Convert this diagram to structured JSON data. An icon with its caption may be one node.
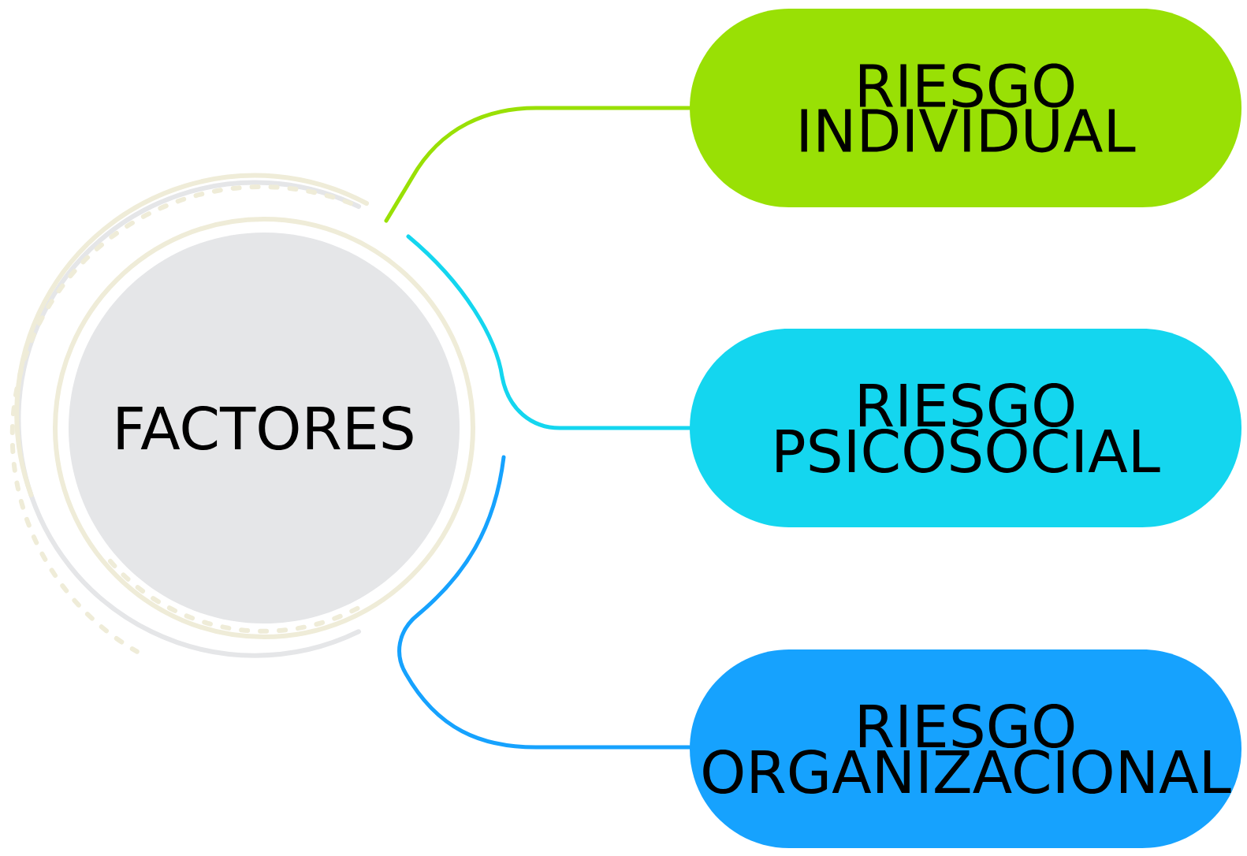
{
  "diagram": {
    "nodes": [
      {
        "text": [
          "FACTORES"
        ]
      },
      {
        "text": [
          "RIESGO INDIVIDUAL"
        ]
      },
      {
        "text": [
          "RIESGO PSICOSOCIAL"
        ]
      },
      {
        "text": [
          "RIESGO ORGANIZACIONAL"
        ]
      }
    ],
    "edges": [
      {
        "from": 0,
        "to": 1,
        "arrow": "none",
        "color": "#99e005"
      },
      {
        "from": 0,
        "to": 2,
        "arrow": "none",
        "color": "#14d6ef"
      },
      {
        "from": 0,
        "to": 3,
        "arrow": "none",
        "color": "#16a2fe"
      }
    ]
  }
}
